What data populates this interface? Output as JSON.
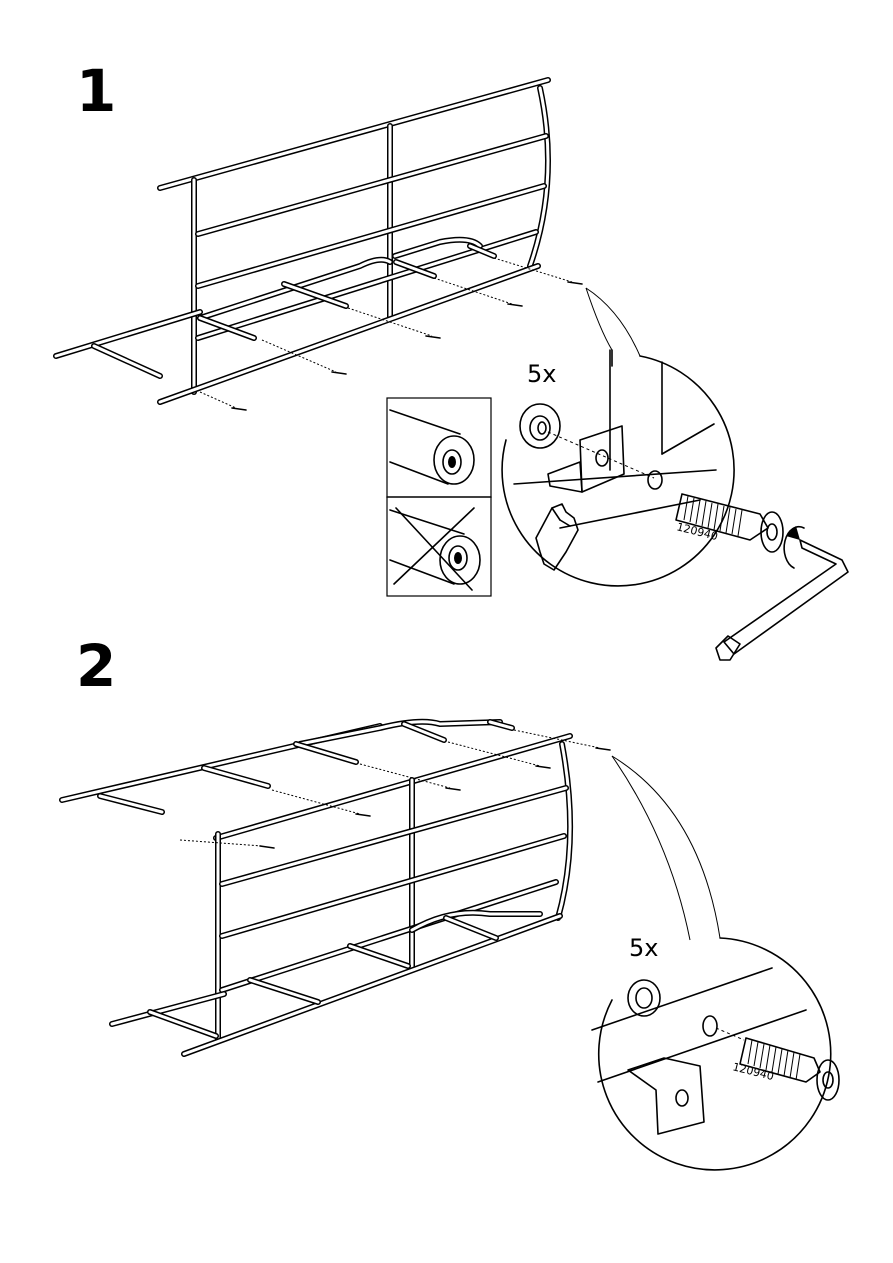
{
  "steps": [
    {
      "number": "1",
      "quantity": "5x",
      "part_number": "120940"
    },
    {
      "number": "2",
      "quantity": "5x",
      "part_number": "120940"
    }
  ],
  "icons": {
    "correct_orientation": "tube-end-correct-icon",
    "wrong_orientation": "tube-end-wrong-icon",
    "hand": "hand-press-icon",
    "allen_key": "allen-key-icon",
    "rotate": "rotate-clockwise-icon"
  }
}
